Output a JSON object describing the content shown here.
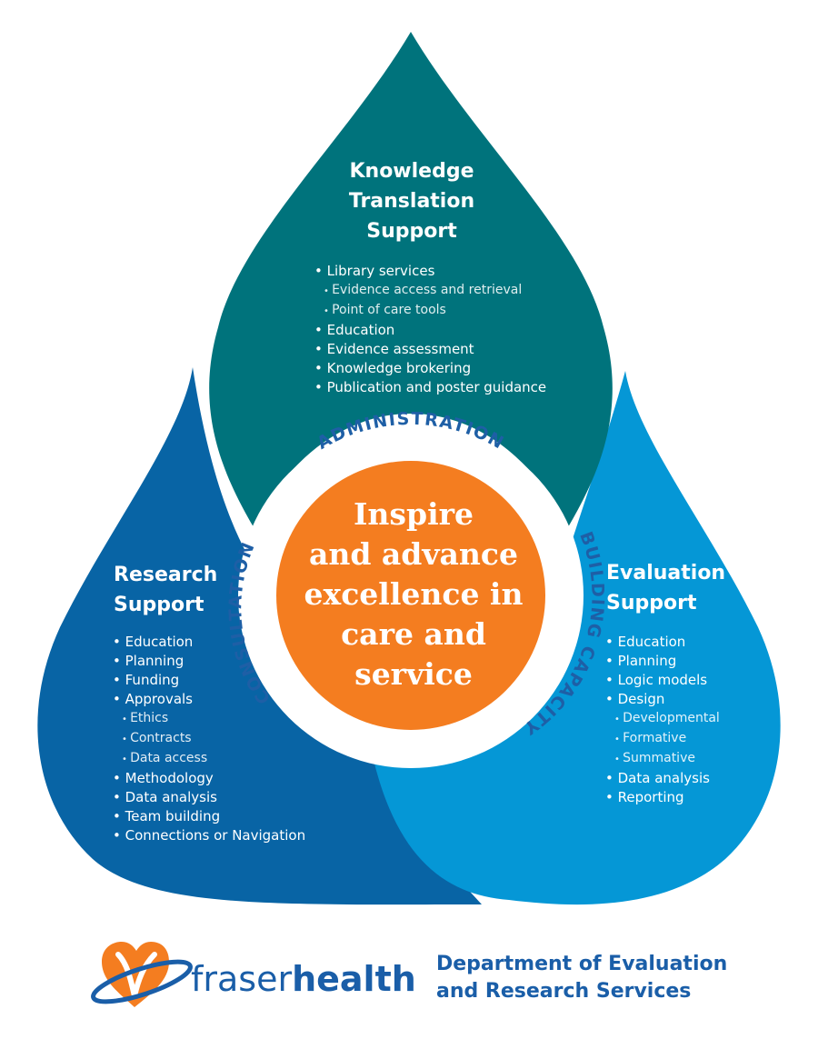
{
  "colors": {
    "knowledge": "#00737c",
    "research": "#0864a5",
    "evaluation": "#0597d6",
    "center": "#f47d20",
    "ring_text": "#1e5fa6",
    "brand_blue": "#1a5ea8",
    "brand_orange": "#f47d20"
  },
  "knowledge": {
    "title_lines": [
      "Knowledge",
      "Translation",
      "Support"
    ],
    "items": [
      {
        "text": "Library services",
        "level": 1
      },
      {
        "text": "Evidence access and retrieval",
        "level": 2
      },
      {
        "text": "Point of care tools",
        "level": 2
      },
      {
        "text": "Education",
        "level": 1
      },
      {
        "text": "Evidence assessment",
        "level": 1
      },
      {
        "text": "Knowledge brokering",
        "level": 1
      },
      {
        "text": "Publication and poster guidance",
        "level": 1
      }
    ]
  },
  "research": {
    "title_lines": [
      "Research",
      "Support"
    ],
    "items": [
      {
        "text": "Education",
        "level": 1
      },
      {
        "text": "Planning",
        "level": 1
      },
      {
        "text": "Funding",
        "level": 1
      },
      {
        "text": "Approvals",
        "level": 1
      },
      {
        "text": "Ethics",
        "level": 2
      },
      {
        "text": "Contracts",
        "level": 2
      },
      {
        "text": "Data access",
        "level": 2
      },
      {
        "text": "Methodology",
        "level": 1
      },
      {
        "text": "Data analysis",
        "level": 1
      },
      {
        "text": "Team building",
        "level": 1
      },
      {
        "text": "Connections or Navigation",
        "level": 1
      }
    ]
  },
  "evaluation": {
    "title_lines": [
      "Evaluation",
      "Support"
    ],
    "items": [
      {
        "text": "Education",
        "level": 1
      },
      {
        "text": "Planning",
        "level": 1
      },
      {
        "text": "Logic models",
        "level": 1
      },
      {
        "text": "Design",
        "level": 1
      },
      {
        "text": "Developmental",
        "level": 2
      },
      {
        "text": "Formative",
        "level": 2
      },
      {
        "text": "Summative",
        "level": 2
      },
      {
        "text": "Data analysis",
        "level": 1
      },
      {
        "text": "Reporting",
        "level": 1
      }
    ]
  },
  "ring": {
    "top": "ADMINISTRATION",
    "left": "CONSULTATION",
    "right": "BUILDING CAPACITY"
  },
  "center": {
    "lines": [
      "Inspire",
      "and advance",
      "excellence in",
      "care and",
      "service"
    ]
  },
  "footer": {
    "logo_light": "fraser",
    "logo_bold": "health",
    "dept_lines": [
      "Department of Evaluation",
      "and Research Services"
    ]
  }
}
